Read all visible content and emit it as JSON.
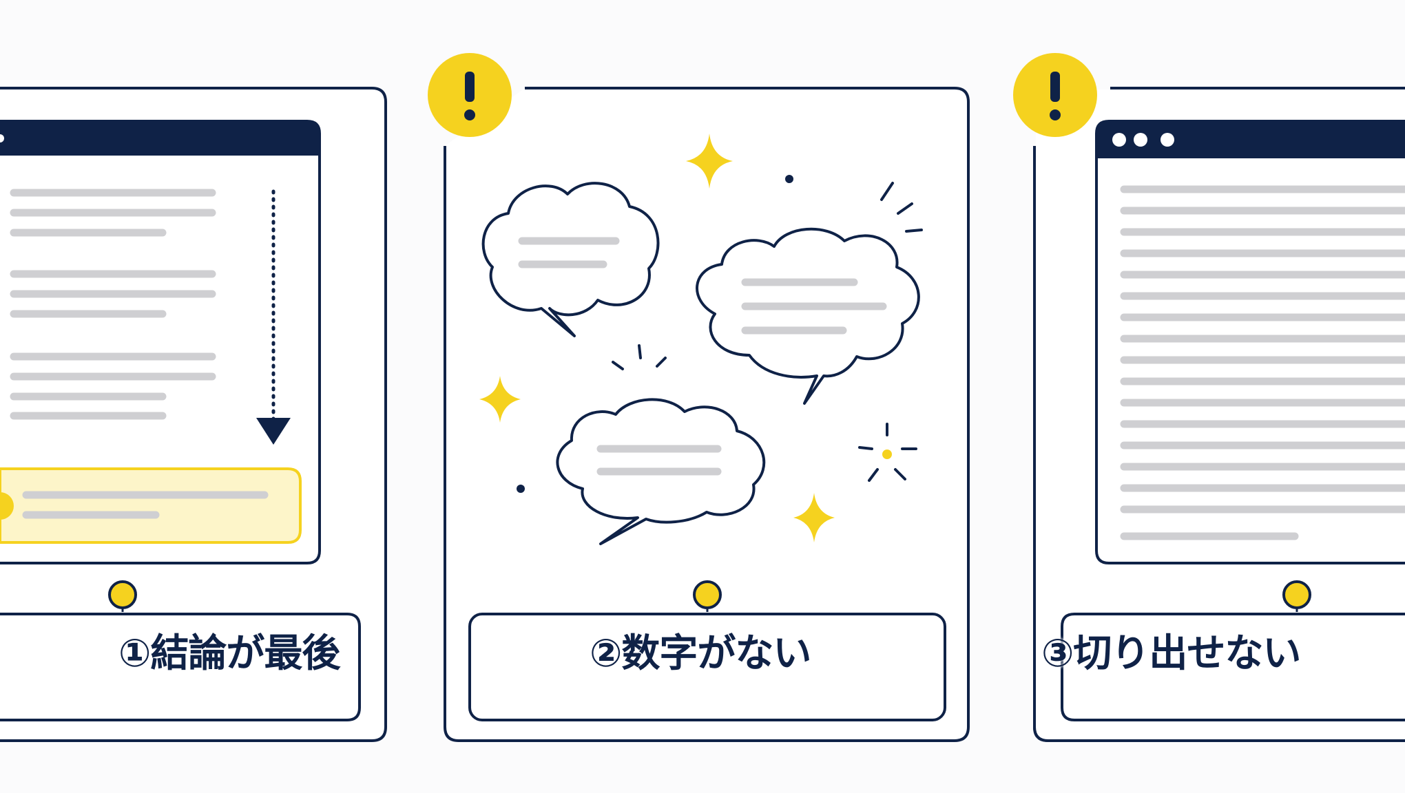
{
  "panels": [
    {
      "caption": "①結論が最後"
    },
    {
      "caption": "②数字がない"
    },
    {
      "caption": "③切り出せない"
    }
  ],
  "icons": {
    "warning": "exclamation-icon",
    "window_dots": "window-controls-icon",
    "arrow": "arrow-down-icon",
    "sparkle": "sparkle-icon",
    "speech": "speech-bubble-icon"
  },
  "colors": {
    "navy": "#0f2247",
    "yellow": "#f5d21f",
    "highlight_fill": "#fdf5c9",
    "text_line": "#cfcfd2",
    "background": "#fbfbfc"
  }
}
